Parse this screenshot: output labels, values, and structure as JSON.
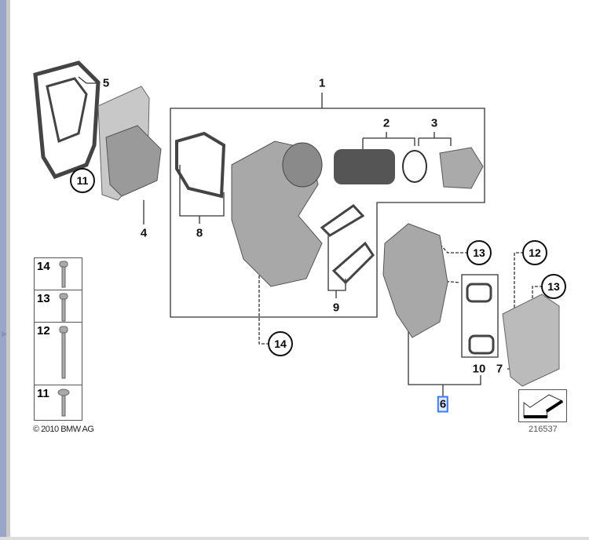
{
  "diagram": {
    "callouts": {
      "p1": "1",
      "p2": "2",
      "p3": "3",
      "p4": "4",
      "p5": "5",
      "p6": "6",
      "p7": "7",
      "p8": "8",
      "p9": "9",
      "p10": "10",
      "c11": "11",
      "c12": "12",
      "c13a": "13",
      "c13b": "13",
      "c14": "14"
    },
    "legend": [
      "14",
      "13",
      "12",
      "11"
    ],
    "copyright": "© 2010 BMW AG",
    "image_number": "216537",
    "selected_callout": "6"
  }
}
